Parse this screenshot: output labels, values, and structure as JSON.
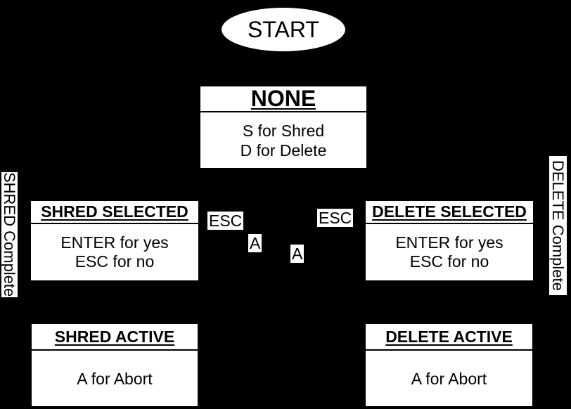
{
  "colors": {
    "background": "#000000",
    "node_fill": "#ffffff",
    "text": "#000000"
  },
  "start": {
    "label": "START"
  },
  "states": {
    "none": {
      "title": "NONE",
      "lines": [
        "S for Shred",
        "D for Delete"
      ]
    },
    "shred_selected": {
      "title": "SHRED SELECTED",
      "lines": [
        "ENTER for yes",
        "ESC for no"
      ]
    },
    "delete_selected": {
      "title": "DELETE SELECTED",
      "lines": [
        "ENTER for yes",
        "ESC for no"
      ]
    },
    "shred_active": {
      "title": "SHRED ACTIVE",
      "lines": [
        "A for Abort"
      ]
    },
    "delete_active": {
      "title": "DELETE ACTIVE",
      "lines": [
        "A for Abort"
      ]
    }
  },
  "edge_labels": {
    "esc_left": "ESC",
    "esc_right": "ESC",
    "abort_left": "A",
    "abort_right": "A"
  },
  "side_labels": {
    "left": "SHRED Complete",
    "right": "DELETE Complete"
  }
}
